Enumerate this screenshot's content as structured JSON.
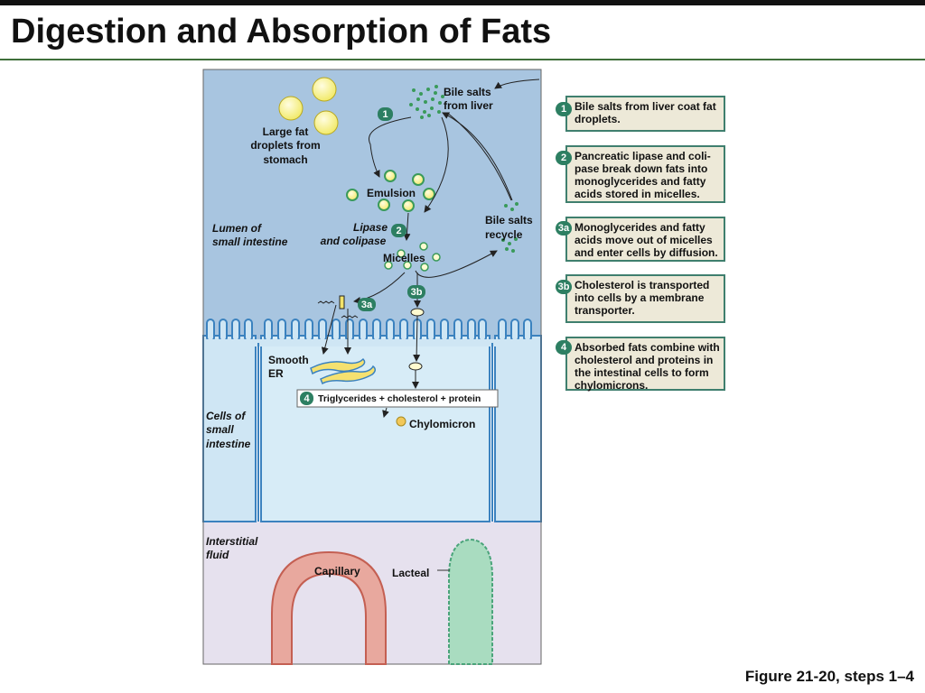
{
  "title": "Digestion and Absorption of Fats",
  "caption": "Figure 21-20, steps 1–4",
  "colors": {
    "title_border": "#3f6f3a",
    "lumen": "#a8c5e0",
    "cell": "#cfe6f4",
    "interstitial": "#e6e1ee",
    "step_box_fill": "#ede9d8",
    "step_box_border": "#3f7f6e",
    "badge": "#2d7f62",
    "fat_droplet": "#f5f08a",
    "bile_salt": "#3a9a5a",
    "capillary": "#e8a89e",
    "lacteal": "#a9dcc0"
  },
  "labels": {
    "large_fat": [
      "Large fat",
      "droplets from",
      "stomach"
    ],
    "bile_salts": [
      "Bile salts",
      "from liver"
    ],
    "emulsion": "Emulsion",
    "bile_recycle": [
      "Bile salts",
      "recycle"
    ],
    "lumen": [
      "Lumen of",
      "small intestine"
    ],
    "lipase": [
      "Lipase",
      "and colipase"
    ],
    "micelles": "Micelles",
    "smooth_er": [
      "Smooth",
      "ER"
    ],
    "triglycerides": "Triglycerides + cholesterol + protein",
    "chylomicron": "Chylomicron",
    "cells": [
      "Cells of",
      "small",
      "intestine"
    ],
    "interstitial": [
      "Interstitial",
      "fluid"
    ],
    "capillary": "Capillary",
    "lacteal": "Lacteal"
  },
  "markers": {
    "m1": "1",
    "m2": "2",
    "m3a": "3a",
    "m3b": "3b",
    "m4": "4"
  },
  "steps": [
    {
      "badge": "1",
      "text": "Bile salts from liver coat fat droplets."
    },
    {
      "badge": "2",
      "text": "Pancreatic lipase and coli-pase break down fats into monoglycerides and fatty acids stored in micelles."
    },
    {
      "badge": "3a",
      "text": "Monoglycerides and fatty acids move out of micelles and enter cells by diffusion."
    },
    {
      "badge": "3b",
      "text": "Cholesterol is transported into cells by a membrane transporter."
    },
    {
      "badge": "4",
      "text": "Absorbed fats combine with cholesterol and proteins in the intestinal cells to form chylomicrons."
    }
  ]
}
